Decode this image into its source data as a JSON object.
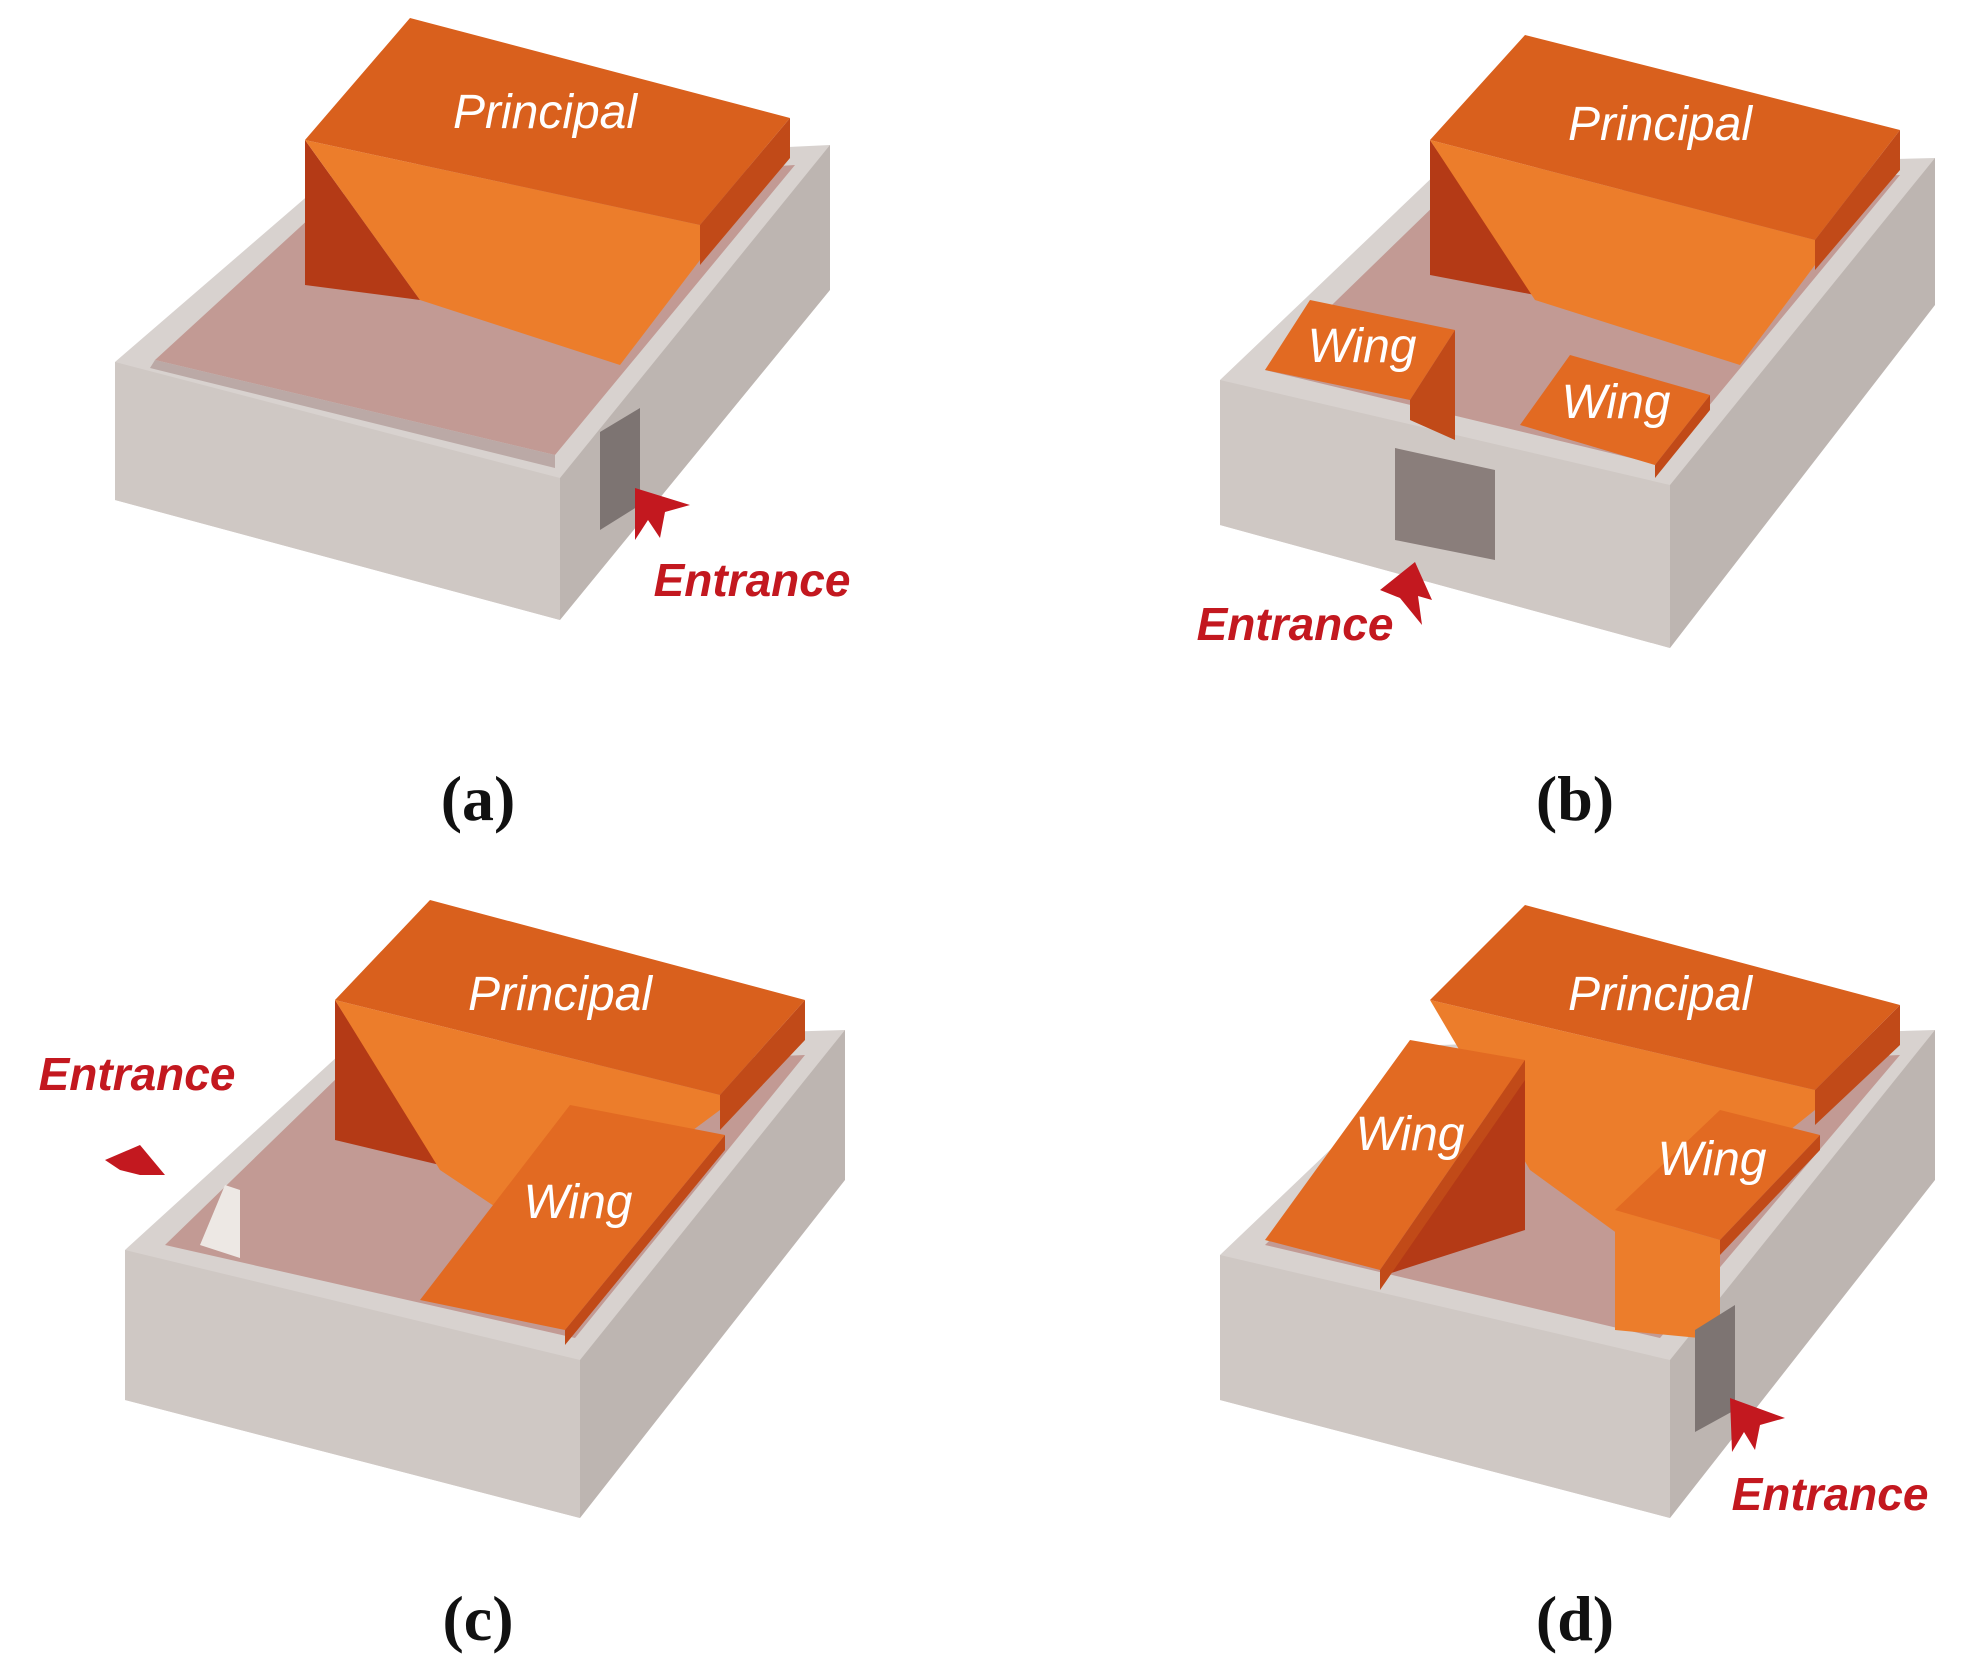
{
  "colors": {
    "principal_top": "#d9601d",
    "principal_front": "#ec7d2b",
    "principal_shadow": "#b43a16",
    "wing_top": "#e26a22",
    "wing_side": "#c14a18",
    "wall_top": "#d8d2cf",
    "wall_front": "#cfc8c4",
    "wall_side": "#bdb5b1",
    "wall_inner": "#bba9a6",
    "courtyard_floor": "#c29a94",
    "entrance_red": "#c3181f",
    "label_white": "#ffffff"
  },
  "panels": [
    {
      "caption": "(a)",
      "principal_label": "Principal",
      "wing_labels": [],
      "entrance_label": "Entrance",
      "entrance_icon": "entrance-arrow-icon"
    },
    {
      "caption": "(b)",
      "principal_label": "Principal",
      "wing_labels": [
        "Wing",
        "Wing"
      ],
      "entrance_label": "Entrance",
      "entrance_icon": "entrance-arrow-icon"
    },
    {
      "caption": "(c)",
      "principal_label": "Principal",
      "wing_labels": [
        "Wing"
      ],
      "entrance_label": "Entrance",
      "entrance_icon": "entrance-arrow-icon"
    },
    {
      "caption": "(d)",
      "principal_label": "Principal",
      "wing_labels": [
        "Wing",
        "Wing"
      ],
      "entrance_label": "Entrance",
      "entrance_icon": "entrance-arrow-icon"
    }
  ]
}
